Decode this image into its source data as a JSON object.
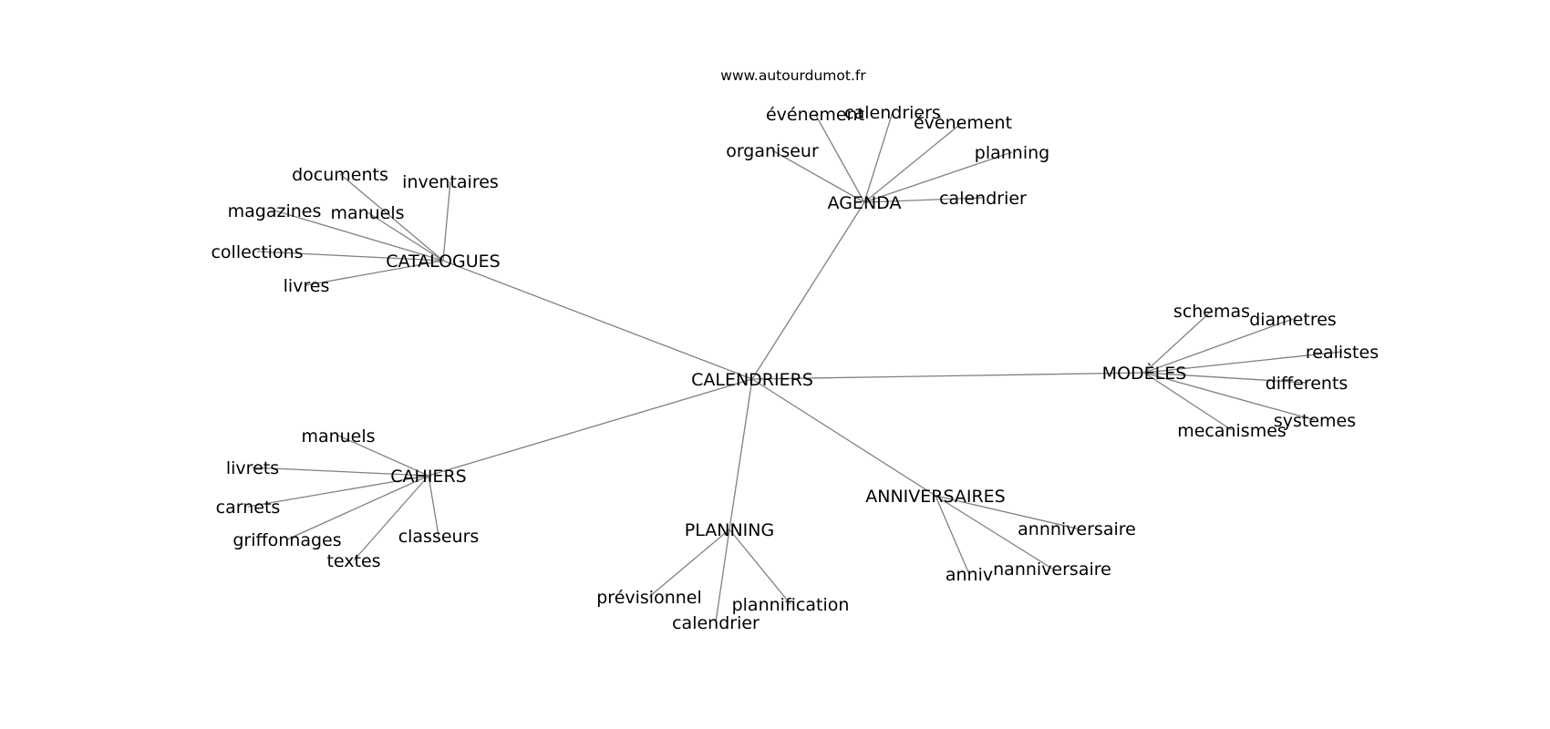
{
  "source": "www.autourdumot.fr",
  "graph": {
    "root": "CALENDRIERS",
    "branches": [
      {
        "hub": "CATALOGUES",
        "words": [
          "documents",
          "inventaires",
          "magazines",
          "manuels",
          "collections",
          "livres"
        ]
      },
      {
        "hub": "AGENDA",
        "words": [
          "événement",
          "calendriers",
          "évènement",
          "organiseur",
          "planning",
          "calendrier"
        ]
      },
      {
        "hub": "MODÈLES",
        "words": [
          "schemas",
          "diametres",
          "realistes",
          "differents",
          "systemes",
          "mecanismes"
        ]
      },
      {
        "hub": "CAHIERS",
        "words": [
          "manuels",
          "livrets",
          "carnets",
          "griffonnages",
          "textes",
          "classeurs"
        ]
      },
      {
        "hub": "PLANNING",
        "words": [
          "prévisionnel",
          "plannification",
          "calendrier"
        ]
      },
      {
        "hub": "ANNIVERSAIRES",
        "words": [
          "annniversaire",
          "nanniversaire",
          "anniv"
        ]
      }
    ]
  }
}
